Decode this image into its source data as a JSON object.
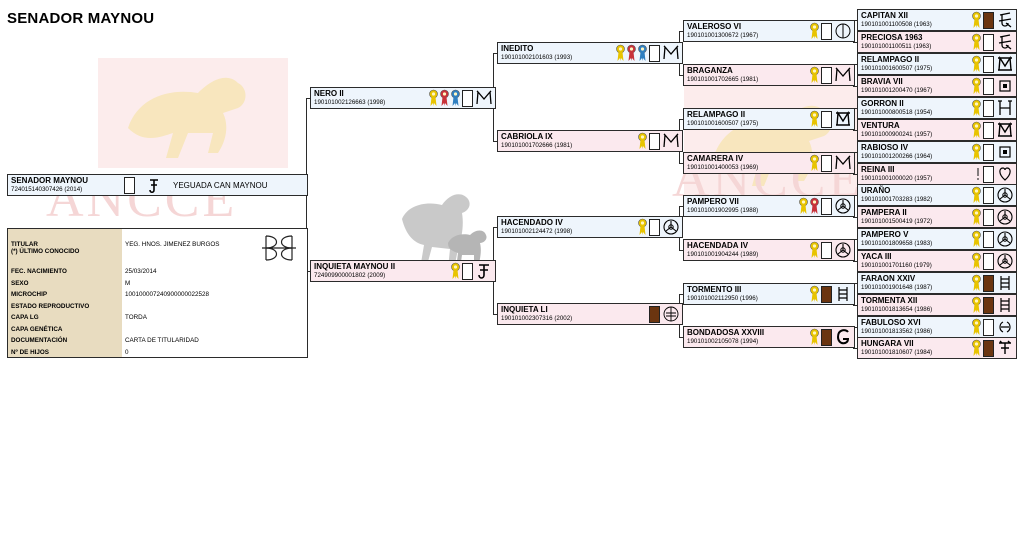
{
  "page_title": "SENADOR MAYNOU",
  "watermark": "ANCCE",
  "subject": {
    "name": "SENADOR MAYNOU",
    "reg": "724015140307426 (2014)",
    "breeder": "YEGUADA CAN MAYNOU"
  },
  "info": {
    "rows": [
      {
        "label": "TITULAR",
        "value": "YEG. HNOS. JIMENEZ BURGOS"
      },
      {
        "label": "(*) ÚLTIMO CONOCIDO",
        "value": ""
      },
      {
        "label": "FEC. NACIMIENTO",
        "value": "25/03/2014"
      },
      {
        "label": "SEXO",
        "value": "M"
      },
      {
        "label": "MICROCHIP",
        "value": "100100007240900000022528"
      },
      {
        "label": "ESTADO REPRODUCTIVO",
        "value": ""
      },
      {
        "label": "CAPA LG",
        "value": "TORDA"
      },
      {
        "label": "CAPA GENÉTICA",
        "value": ""
      },
      {
        "label": "DOCUMENTACIÓN",
        "value": "CARTA DE TITULARIDAD"
      },
      {
        "label": "Nº DE HIJOS",
        "value": "0"
      }
    ]
  },
  "colors": {
    "male_bg": "#eef5fc",
    "female_bg": "#fbe9ee",
    "label_bg": "#e8dcc0",
    "brown_box": "#6b3510",
    "rosette_yellow": "#e8c400",
    "rosette_red": "#c8323a",
    "rosette_blue": "#2f7fc0"
  },
  "pedigree": {
    "sire": {
      "name": "NERO II",
      "reg": "190101002126663 (1998)"
    },
    "dam": {
      "name": "INQUIETA MAYNOU II",
      "reg": "724909900001802 (2009)"
    },
    "g3": [
      {
        "name": "INEDITO",
        "reg": "190101002101603 (1993)"
      },
      {
        "name": "CABRIOLA IX",
        "reg": "190101001702666 (1981)"
      },
      {
        "name": "HACENDADO IV",
        "reg": "190101002124472 (1998)"
      },
      {
        "name": "INQUIETA LI",
        "reg": "190101002307316 (2002)"
      }
    ],
    "g4": [
      {
        "name": "VALEROSO VI",
        "reg": "190101001300672 (1967)"
      },
      {
        "name": "BRAGANZA",
        "reg": "190101001702665 (1981)"
      },
      {
        "name": "RELAMPAGO II",
        "reg": "190101001600507 (1975)"
      },
      {
        "name": "CAMARERA IV",
        "reg": "190101001400053 (1969)"
      },
      {
        "name": "PAMPERO VII",
        "reg": "190101001902995 (1988)"
      },
      {
        "name": "HACENDADA IV",
        "reg": "190101001904244 (1989)"
      },
      {
        "name": "TORMENTO III",
        "reg": "190101002112950 (1996)"
      },
      {
        "name": "BONDADOSA XXVIII",
        "reg": "190101002105078 (1994)"
      }
    ],
    "g5": [
      {
        "name": "CAPITAN XII",
        "reg": "190101001100508 (1963)"
      },
      {
        "name": "PRECIOSA 1963",
        "reg": "190101001100511 (1963)"
      },
      {
        "name": "RELAMPAGO II",
        "reg": "190101001600507 (1975)"
      },
      {
        "name": "BRAVIA VII",
        "reg": "190101001200470 (1967)"
      },
      {
        "name": "GORRON II",
        "reg": "190101000800518 (1954)"
      },
      {
        "name": "VENTURA",
        "reg": "190101000900241 (1957)"
      },
      {
        "name": "RABIOSO IV",
        "reg": "190101001200266 (1964)"
      },
      {
        "name": "REINA III",
        "reg": "190101001000020 (1957)"
      },
      {
        "name": "URAÑO",
        "reg": "190101001703283 (1982)"
      },
      {
        "name": "PAMPERA II",
        "reg": "190101001500419 (1972)"
      },
      {
        "name": "PAMPERO V",
        "reg": "190101001809658 (1983)"
      },
      {
        "name": "YACA III",
        "reg": "190101001701160 (1979)"
      },
      {
        "name": "FARAON XXIV",
        "reg": "190101001901648 (1987)"
      },
      {
        "name": "TORMENTA XII",
        "reg": "190101001813654 (1986)"
      },
      {
        "name": "FABULOSO XVI",
        "reg": "190101001813562 (1986)"
      },
      {
        "name": "HUNGARA VII",
        "reg": "190101001810607 (1984)"
      }
    ]
  }
}
